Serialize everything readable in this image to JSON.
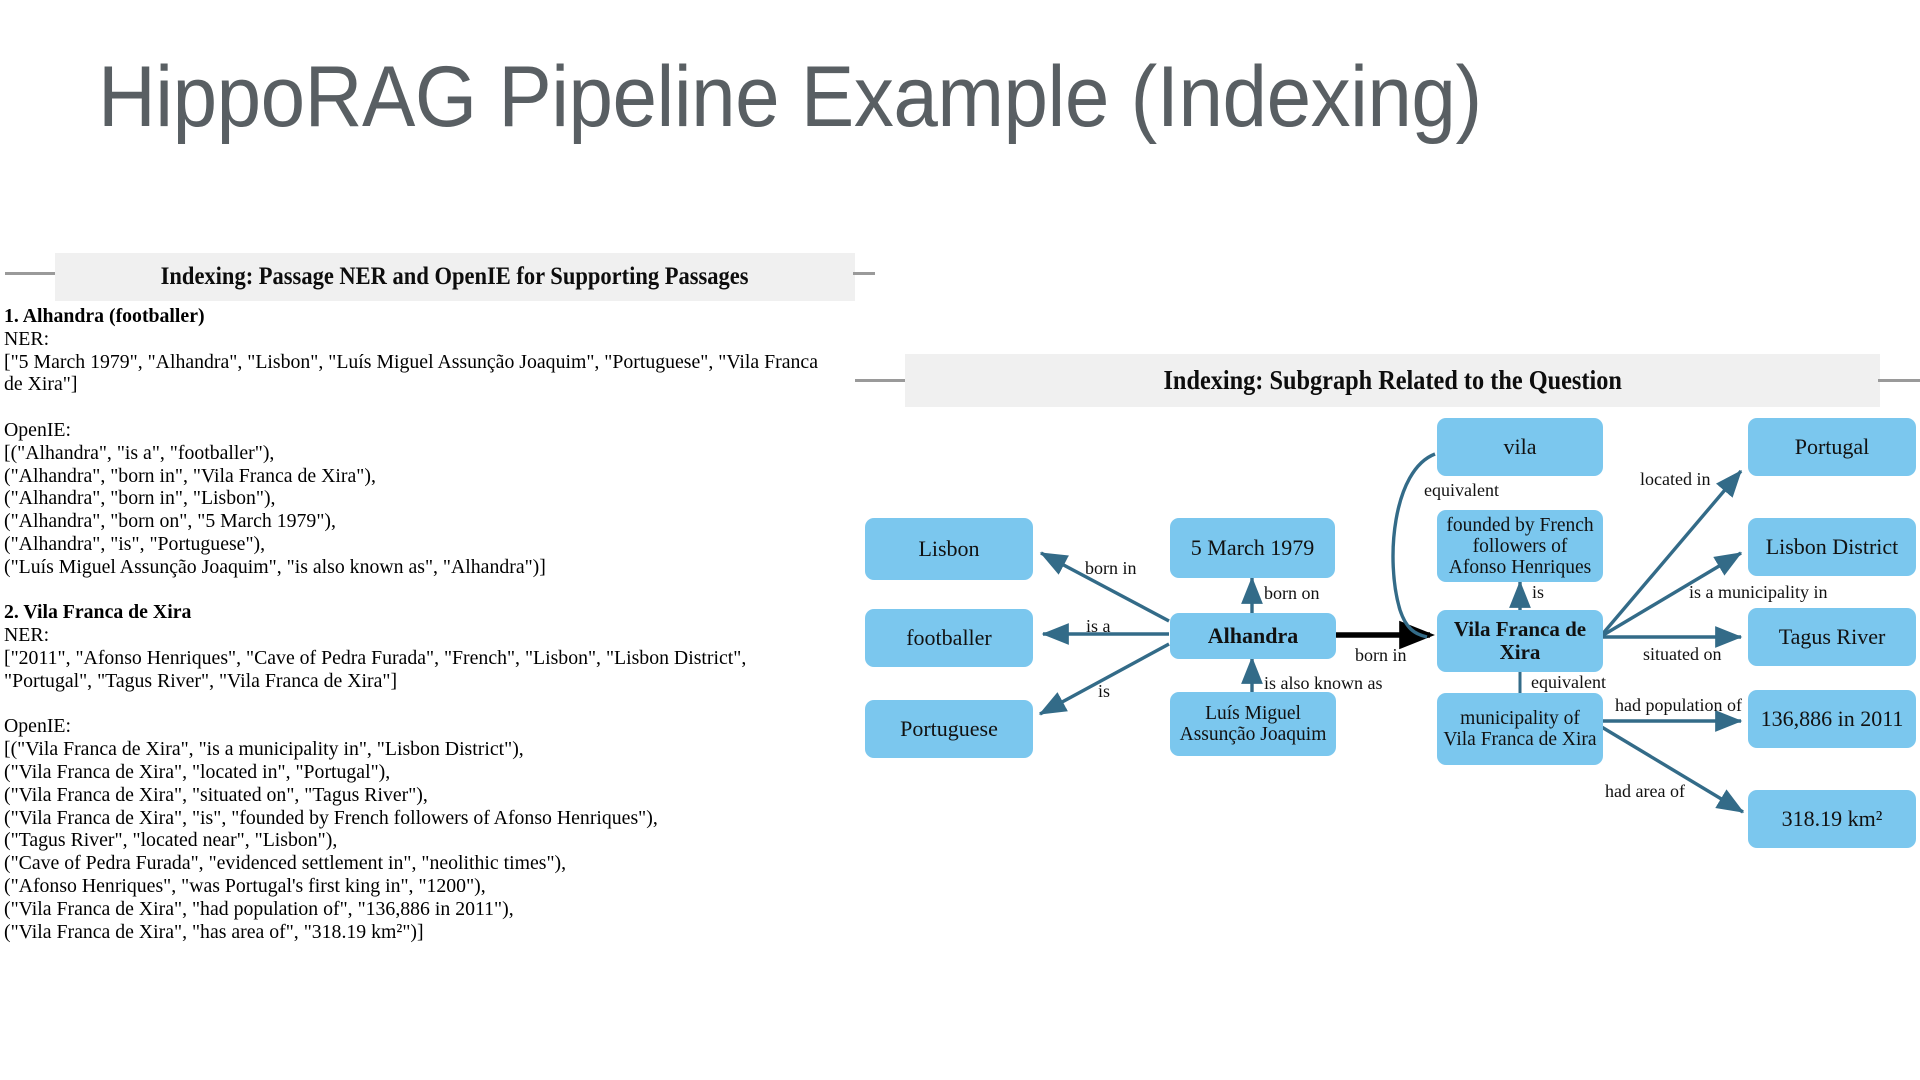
{
  "slide": {
    "title": "HippoRAG Pipeline Example (Indexing)"
  },
  "left_panel": {
    "header": "Indexing: Passage NER and OpenIE for Supporting Passages",
    "passages": [
      {
        "title": "1. Alhandra (footballer)",
        "ner_label": "NER:",
        "ner_text": "[\"5 March 1979\", \"Alhandra\", \"Lisbon\", \"Luís Miguel Assunção Joaquim\", \"Portuguese\", \"Vila Franca de Xira\"]",
        "openie_label": "OpenIE:",
        "openie_lines": [
          "[(\"Alhandra\", \"is a\", \"footballer\"),",
          "(\"Alhandra\", \"born in\", \"Vila Franca de Xira\"),",
          "(\"Alhandra\", \"born in\", \"Lisbon\"),",
          "(\"Alhandra\", \"born on\", \"5 March 1979\"),",
          "(\"Alhandra\", \"is\", \"Portuguese\"),",
          "(\"Luís Miguel Assunção Joaquim\", \"is also known as\", \"Alhandra\")]"
        ]
      },
      {
        "title": "2. Vila Franca de Xira",
        "ner_label": "NER:",
        "ner_text": "[\"2011\", \"Afonso Henriques\", \"Cave of Pedra Furada\", \"French\", \"Lisbon\", \"Lisbon District\", \"Portugal\", \"Tagus River\", \"Vila Franca de Xira\"]",
        "openie_label": "OpenIE:",
        "openie_lines": [
          "[(\"Vila Franca de Xira\", \"is a municipality in\", \"Lisbon District\"),",
          "(\"Vila Franca de Xira\", \"located in\", \"Portugal\"),",
          "(\"Vila Franca de Xira\", \"situated on\", \"Tagus River\"),",
          "(\"Vila Franca de Xira\", \"is\", \"founded by French followers of Afonso Henriques\"),",
          "(\"Tagus River\", \"located near\", \"Lisbon\"),",
          "(\"Cave of Pedra Furada\", \"evidenced settlement in\", \"neolithic times\"),",
          "(\"Afonso Henriques\", \"was Portugal's first king in\", \"1200\"),",
          "(\"Vila Franca de Xira\", \"had population of\", \"136,886 in 2011\"),",
          "(\"Vila Franca de Xira\", \"has area of\", \"318.19 km²\")]"
        ]
      }
    ]
  },
  "right_panel": {
    "header": "Indexing: Subgraph Related to the Question",
    "colors": {
      "node_fill": "#7bc7ee",
      "edge": "#336b88",
      "edge_highlight": "#000000",
      "header_bar": "#f0f0f0",
      "title_text": "#595f63"
    },
    "nodes": [
      {
        "id": "lisbon",
        "label": "Lisbon",
        "bold": false
      },
      {
        "id": "footballer",
        "label": "footballer",
        "bold": false
      },
      {
        "id": "portuguese",
        "label": "Portuguese",
        "bold": false
      },
      {
        "id": "date",
        "label": "5 March 1979",
        "bold": false
      },
      {
        "id": "alhandra",
        "label": "Alhandra",
        "bold": true
      },
      {
        "id": "luis",
        "label": "Luís Miguel Assunção Joaquim",
        "bold": false
      },
      {
        "id": "vila",
        "label": "vila",
        "bold": false
      },
      {
        "id": "founded",
        "label": "founded by French followers of Afonso Henriques",
        "bold": false
      },
      {
        "id": "vfx",
        "label": "Vila Franca de Xira",
        "bold": true
      },
      {
        "id": "municipality",
        "label": "municipality of Vila Franca de Xira",
        "bold": false
      },
      {
        "id": "portugal",
        "label": "Portugal",
        "bold": false
      },
      {
        "id": "lisbon_district",
        "label": "Lisbon District",
        "bold": false
      },
      {
        "id": "tagus",
        "label": "Tagus River",
        "bold": false
      },
      {
        "id": "population",
        "label": "136,886 in 2011",
        "bold": false
      },
      {
        "id": "area",
        "label": "318.19 km²",
        "bold": false
      }
    ],
    "edges": [
      {
        "id": "e-born-in-lisbon",
        "label": "born in",
        "from": "alhandra",
        "to": "lisbon"
      },
      {
        "id": "e-is-a",
        "label": "is a",
        "from": "alhandra",
        "to": "footballer"
      },
      {
        "id": "e-is-portuguese",
        "label": "is",
        "from": "alhandra",
        "to": "portuguese"
      },
      {
        "id": "e-born-on",
        "label": "born on",
        "from": "alhandra",
        "to": "date"
      },
      {
        "id": "e-also-known",
        "label": "is also known as",
        "from": "luis",
        "to": "alhandra"
      },
      {
        "id": "e-born-in-vfx",
        "label": "born in",
        "from": "alhandra",
        "to": "vfx",
        "highlight": true
      },
      {
        "id": "e-equivalent-vila",
        "label": "equivalent",
        "from": "vfx",
        "to": "vila"
      },
      {
        "id": "e-is-founded",
        "label": "is",
        "from": "vfx",
        "to": "founded"
      },
      {
        "id": "e-equivalent-muni",
        "label": "equivalent",
        "from": "vfx",
        "to": "municipality"
      },
      {
        "id": "e-located-in",
        "label": "located in",
        "from": "vfx",
        "to": "portugal"
      },
      {
        "id": "e-municipality-in",
        "label": "is a municipality in",
        "from": "vfx",
        "to": "lisbon_district"
      },
      {
        "id": "e-situated-on",
        "label": "situated on",
        "from": "vfx",
        "to": "tagus"
      },
      {
        "id": "e-population",
        "label": "had population of",
        "from": "municipality",
        "to": "population"
      },
      {
        "id": "e-area",
        "label": "had area of",
        "from": "municipality",
        "to": "area"
      }
    ]
  }
}
